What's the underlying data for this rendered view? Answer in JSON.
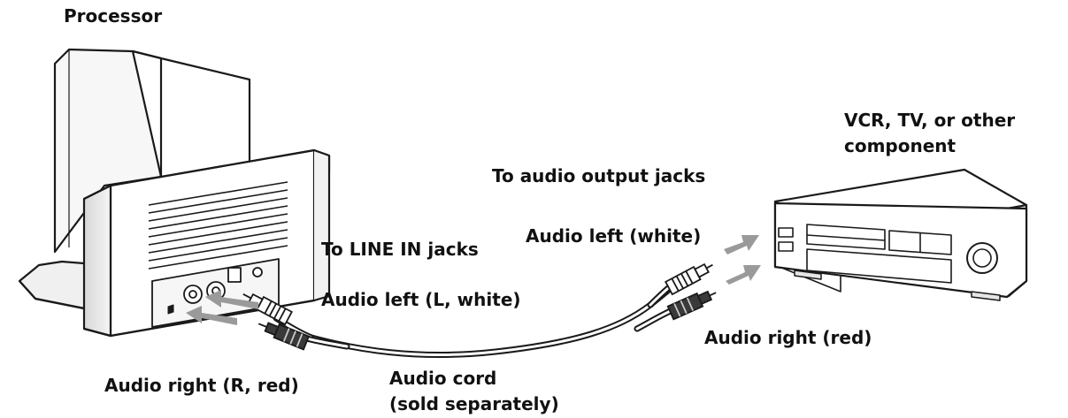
{
  "labels": {
    "processor": "Processor",
    "component_line1": "VCR, TV, or other",
    "component_line2": "component",
    "to_audio_output": "To audio output jacks",
    "audio_left_white": "Audio left (white)",
    "to_line_in": "To LINE IN jacks",
    "audio_left_l_white": "Audio left (L, white)",
    "audio_right_red": "Audio right (red)",
    "audio_right_r_red": "Audio right (R, red)",
    "audio_cord_line1": "Audio cord",
    "audio_cord_line2": "(sold separately)"
  },
  "colors": {
    "line": "#1a1a1a",
    "arrow": "#9a9a9a",
    "background": "#ffffff"
  }
}
